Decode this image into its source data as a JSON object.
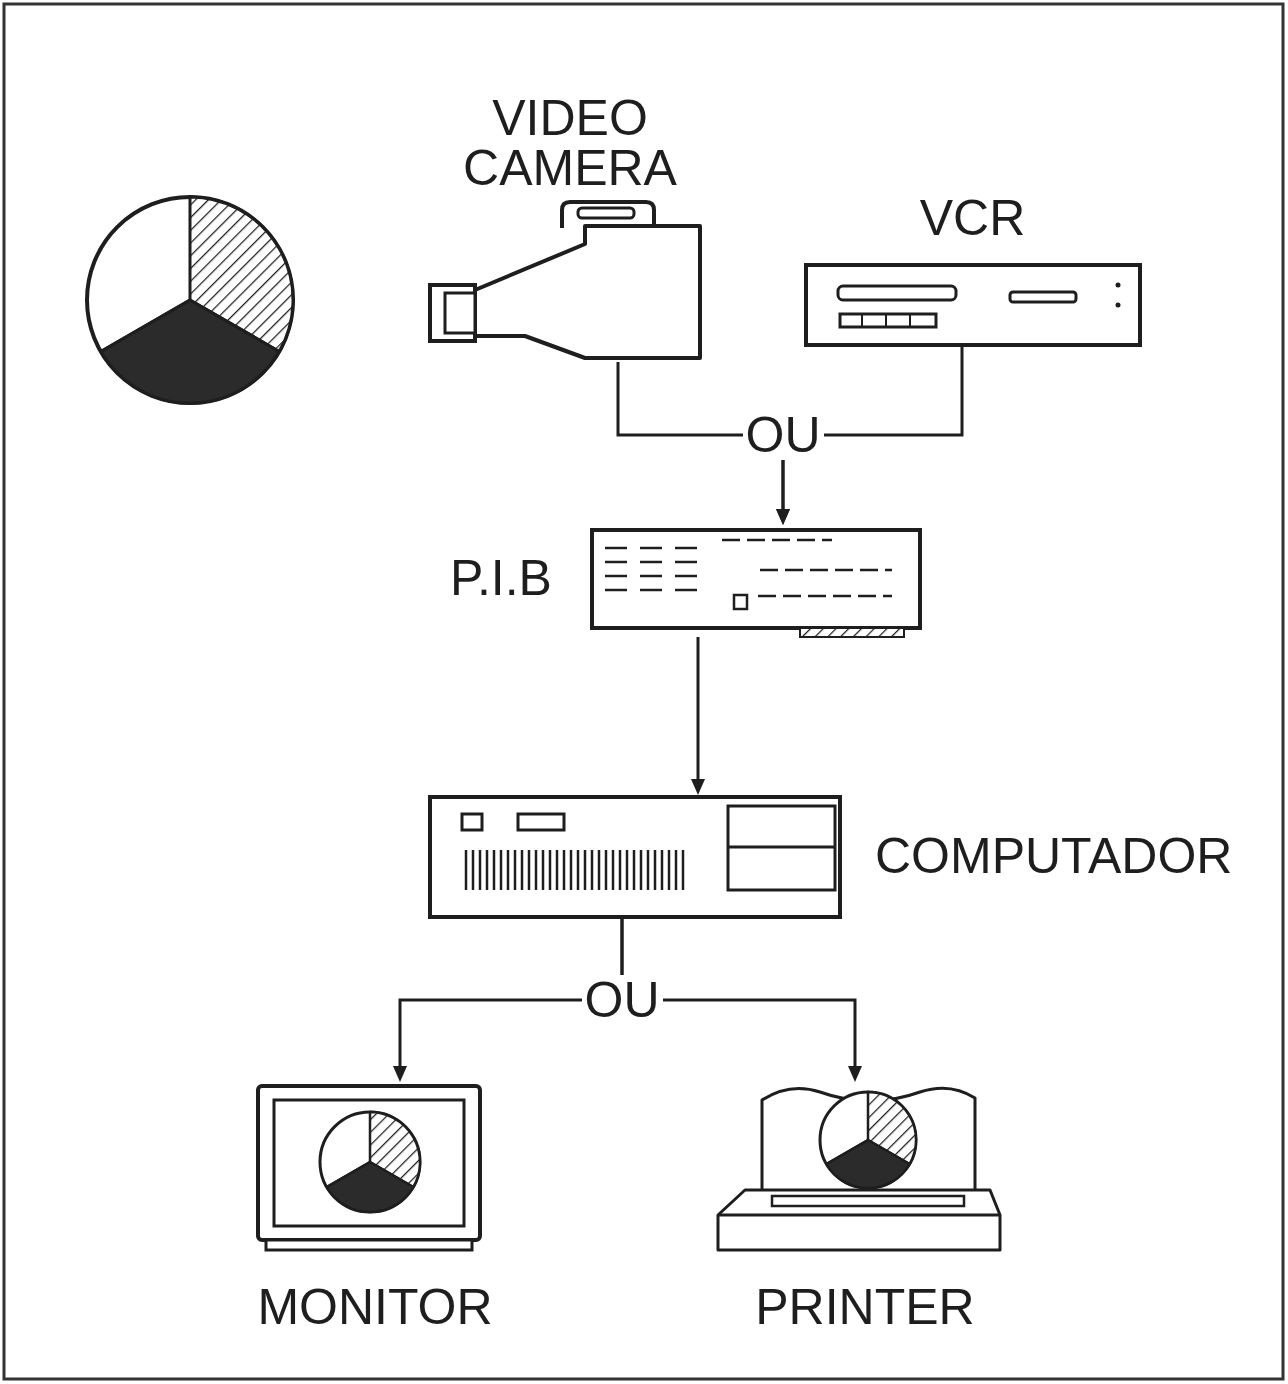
{
  "diagram": {
    "nodes": [
      {
        "text": [
          "VIDEO CAMERA"
        ]
      },
      {
        "text": [
          "VCR"
        ]
      },
      {
        "text": [
          "P.I.B"
        ]
      },
      {
        "text": [
          "COMPUTADOR"
        ]
      },
      {
        "text": [
          "MONITOR"
        ]
      },
      {
        "text": [
          "PRINTER"
        ]
      }
    ],
    "edges": [
      {
        "from": 0,
        "to": 2,
        "arrow": "to",
        "label": "OU"
      },
      {
        "from": 1,
        "to": 2,
        "arrow": "to"
      },
      {
        "from": 2,
        "to": 3,
        "arrow": "to"
      },
      {
        "from": 3,
        "to": 4,
        "arrow": "to",
        "label": "OU"
      },
      {
        "from": 3,
        "to": 5,
        "arrow": "to"
      }
    ]
  }
}
